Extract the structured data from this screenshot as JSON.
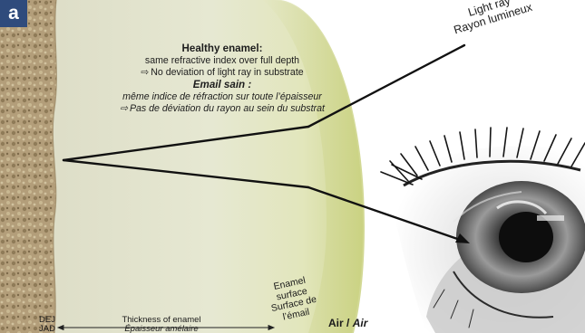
{
  "panel_label": "a",
  "text": {
    "en_heading": "Healthy enamel:",
    "en_line1": "same refractive index over full depth",
    "en_line2": "No deviation of light ray in substrate",
    "fr_heading": "Email sain :",
    "fr_line1": "même indice de réfraction sur toute l’épaisseur",
    "fr_line2": "Pas de déviation du rayon au sein du substrat",
    "arrow_glyph": "⇨"
  },
  "ray_label": {
    "en": "Light ray",
    "fr": "Rayon lumineux"
  },
  "surface_label": {
    "line1": "Enamel",
    "line2": "surface",
    "line3": "Surface de",
    "line4": "l’émail"
  },
  "air_label": {
    "en": "Air",
    "sep": " / ",
    "fr": "Air"
  },
  "dej_label": {
    "line1": "DEJ",
    "line2": "JAD"
  },
  "thickness_label": {
    "en": "Thickness of enamel",
    "fr": "Épaisseur amélaire"
  },
  "colors": {
    "badge": "#2f4b7c",
    "enamel_light": "#e8e9d0",
    "enamel_surface": "#d6dc9c",
    "dentin": "#a89370",
    "ray": "#111111"
  },
  "icons": [
    "eye-illustration",
    "dentin-texture"
  ]
}
